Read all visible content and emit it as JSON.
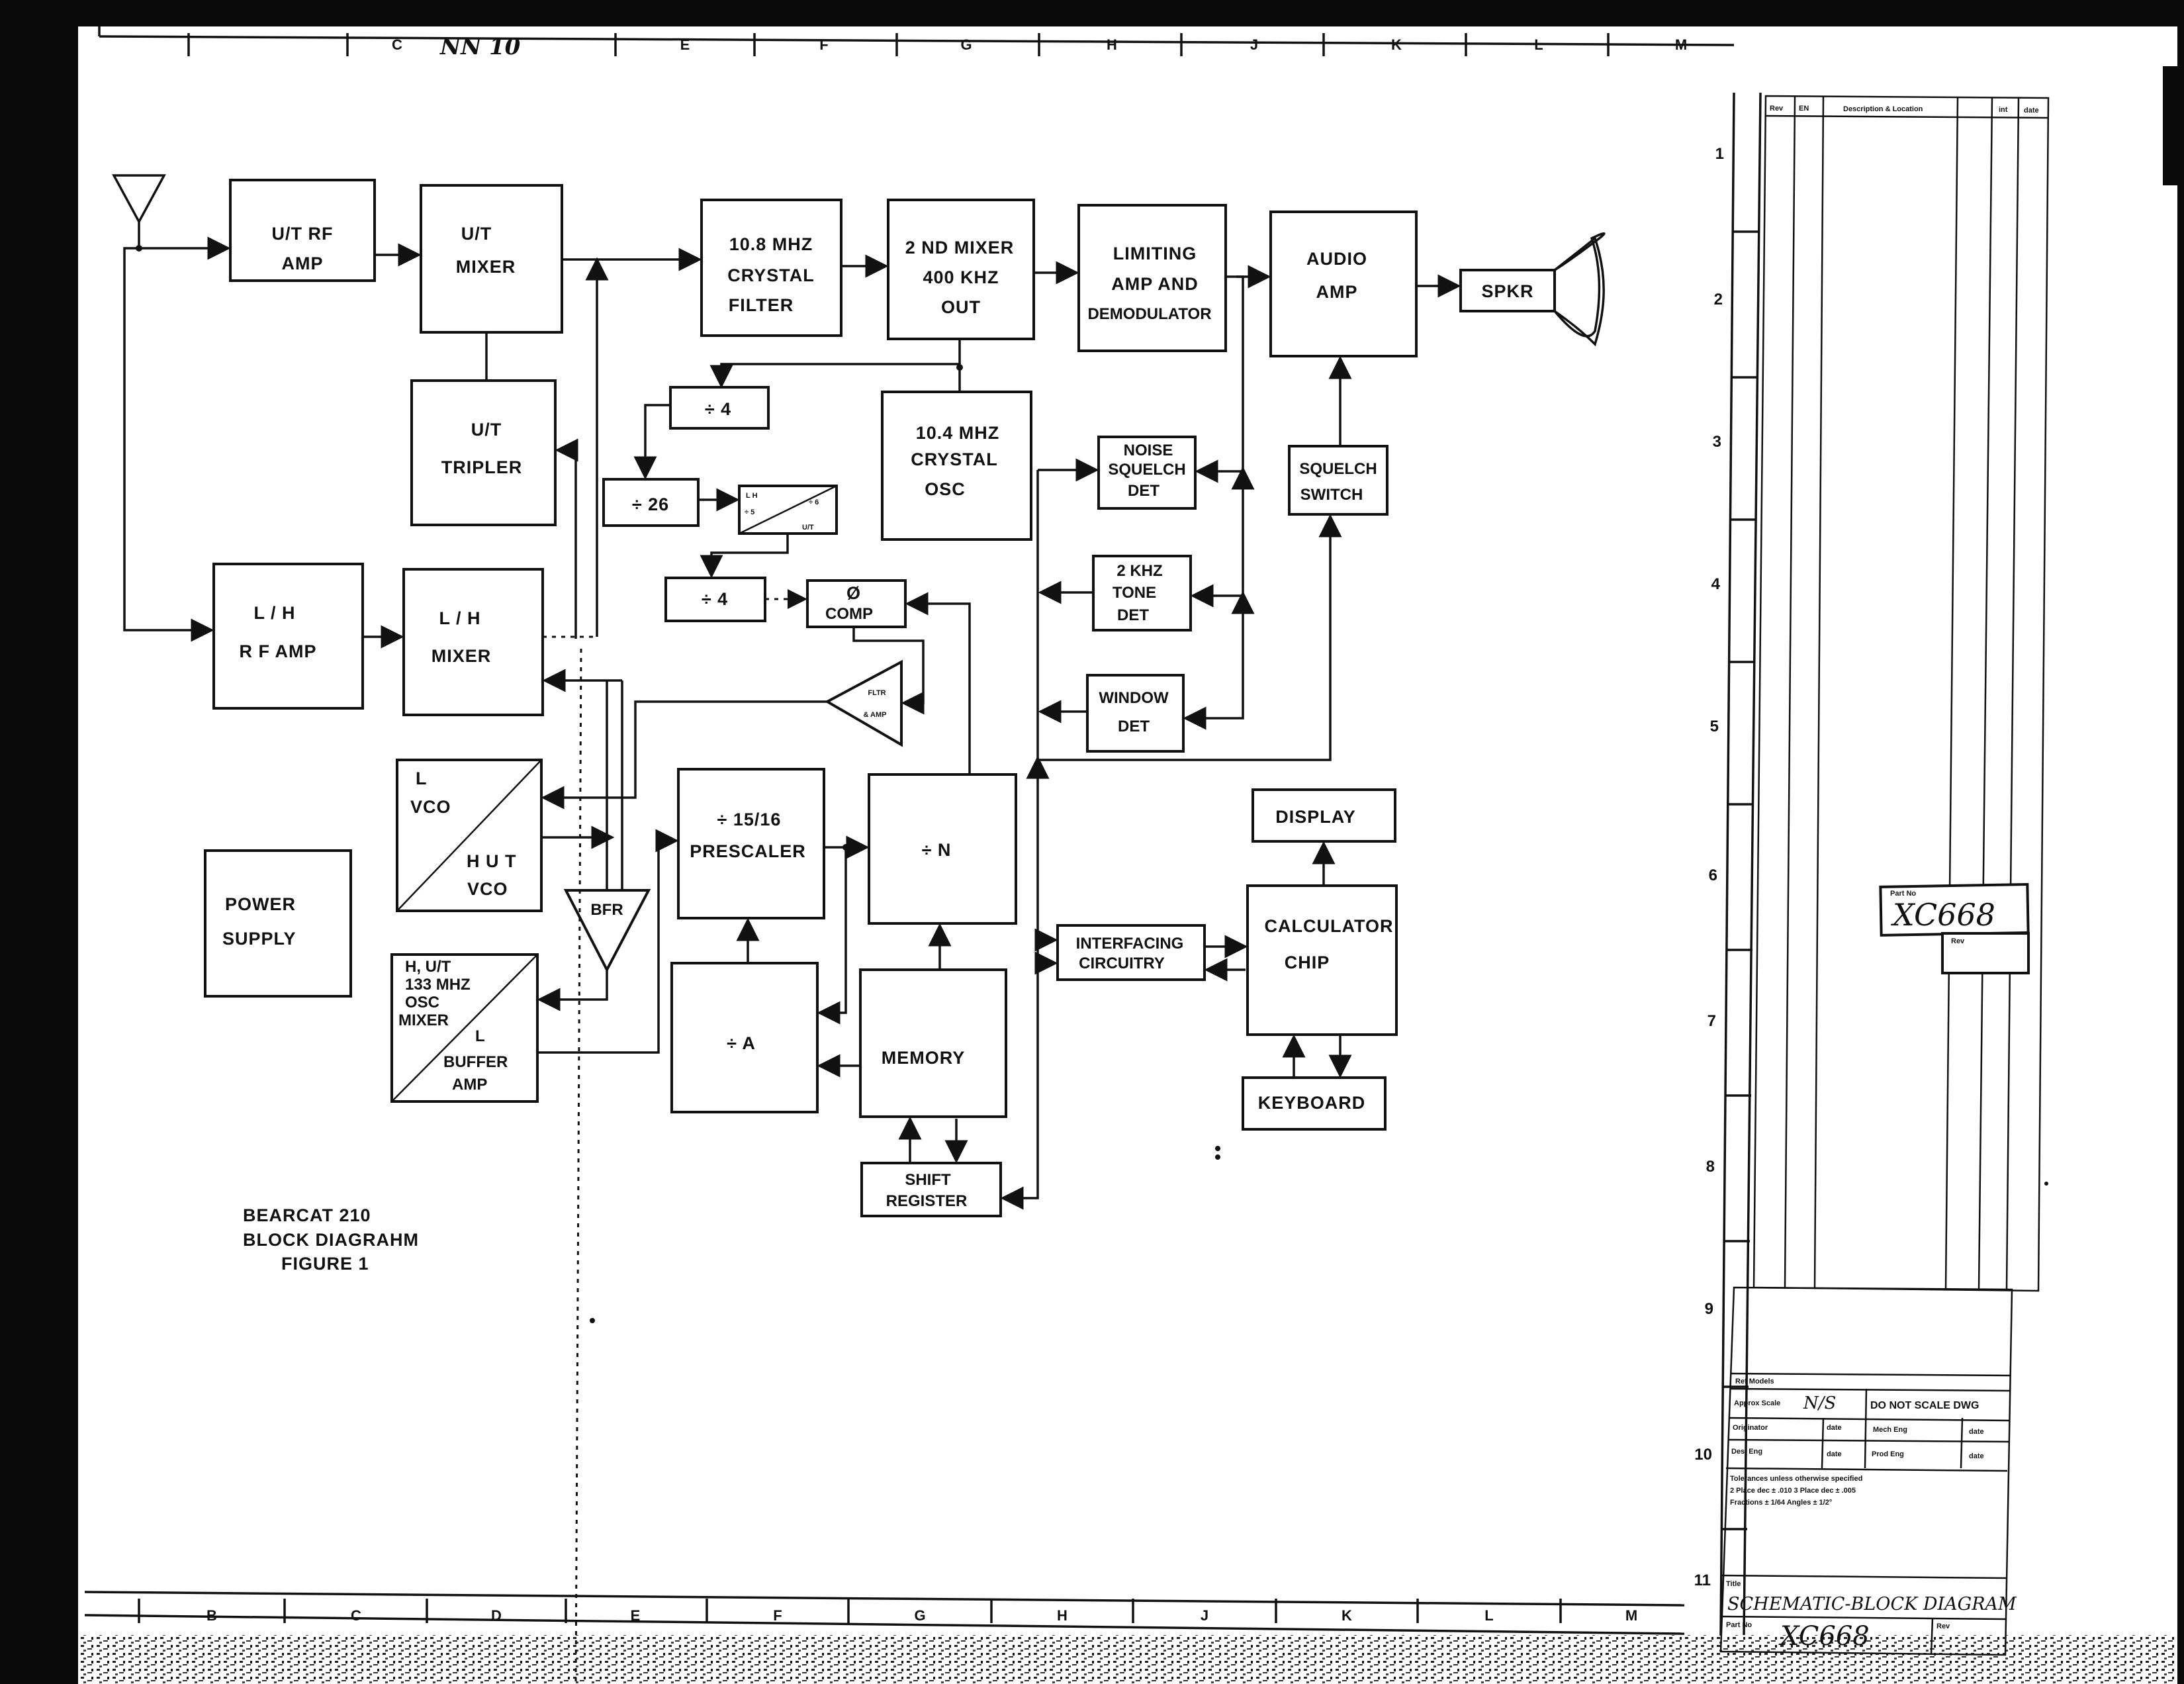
{
  "border": {
    "top_letters": [
      "C",
      "E",
      "F",
      "G",
      "H",
      "J",
      "K",
      "L",
      "M"
    ],
    "top_stamp": "NN 10",
    "bottom_letters": [
      "B",
      "C",
      "D",
      "E",
      "F",
      "G",
      "H",
      "J",
      "K",
      "L",
      "M"
    ],
    "right_numbers": [
      "1",
      "2",
      "3",
      "4",
      "5",
      "6",
      "7",
      "8",
      "9",
      "10",
      "11"
    ]
  },
  "blocks": {
    "ut_rf_amp": [
      "U/T RF",
      "AMP"
    ],
    "ut_mixer": [
      "U/T",
      "MIXER"
    ],
    "ut_tripler": [
      "U/T",
      "TRIPLER"
    ],
    "crystal_filter": [
      "10.8 MHZ",
      "CRYSTAL",
      "FILTER"
    ],
    "second_mixer": [
      "2 ND MIXER",
      "400 KHZ",
      "OUT"
    ],
    "limiting_amp": [
      "LIMITING",
      "AMP AND",
      "DEMODULATOR"
    ],
    "audio_amp": [
      "AUDIO",
      "AMP"
    ],
    "speaker": "SPKR",
    "crystal_osc": [
      "10.4 MHZ",
      "CRYSTAL",
      "OSC"
    ],
    "div4_top": "÷ 4",
    "div26": "÷ 26",
    "lh_ut_div": [
      "L H",
      "÷ 5",
      "÷ 6",
      "U/T"
    ],
    "div4_low": "÷ 4",
    "phase_comp": [
      "Ø",
      "COMP"
    ],
    "noise_squelch": [
      "NOISE",
      "SQUELCH",
      "DET"
    ],
    "squelch_switch": [
      "SQUELCH",
      "SWITCH"
    ],
    "tone_det": [
      "2 KHZ",
      "TONE",
      "DET"
    ],
    "window_det": [
      "WINDOW",
      "DET"
    ],
    "lh_rf_amp": [
      "L / H",
      "R F AMP"
    ],
    "lh_mixer": [
      "L / H",
      "MIXER"
    ],
    "fltr_amp": [
      "FLTR",
      "& AMP"
    ],
    "vco": [
      "L",
      "VCO",
      "H U T",
      "VCO"
    ],
    "power_supply": [
      "POWER",
      "SUPPLY"
    ],
    "bfr": "BFR",
    "prescaler": [
      "÷ 15/16",
      "PRESCALER"
    ],
    "div_n": "÷ N",
    "display": "DISPLAY",
    "calculator_chip": [
      "CALCULATOR",
      "CHIP"
    ],
    "interfacing": [
      "INTERFACING",
      "CIRCUITRY"
    ],
    "osc_mixer": [
      "H, U/T",
      "133 MHZ",
      "OSC",
      "MIXER",
      "L",
      "BUFFER",
      "AMP"
    ],
    "div_a": "÷ A",
    "memory": "MEMORY",
    "keyboard": "KEYBOARD",
    "shift_register": [
      "SHIFT",
      "REGISTER"
    ]
  },
  "caption": [
    "BEARCAT 210",
    "BLOCK DIAGRAHM",
    "FIGURE 1"
  ],
  "title_block": {
    "rev_headers": [
      "Rev",
      "EN",
      "Description & Location",
      "int",
      "date"
    ],
    "part_no_label": "Part No",
    "part_no": "XC668",
    "rev_label": "Rev",
    "ref_models": "Ref Models",
    "approx_scale": "Approx Scale",
    "scale_value": "N/S",
    "do_not_scale": "DO NOT SCALE DWG",
    "originator": "Originator",
    "date_label": "date",
    "mech_eng": "Mech Eng",
    "des_eng": "Des. Eng",
    "prod_eng": "Prod Eng",
    "tol_1": "Tolerances unless otherwise specified",
    "tol_2": "2 Place dec ± .010   3 Place dec ± .005",
    "tol_3": "Fractions ± 1/64   Angles ± 1/2°",
    "title_label": "Title",
    "title": "SCHEMATIC-BLOCK DIAGRAM",
    "bottom_part_no": "XC668"
  }
}
